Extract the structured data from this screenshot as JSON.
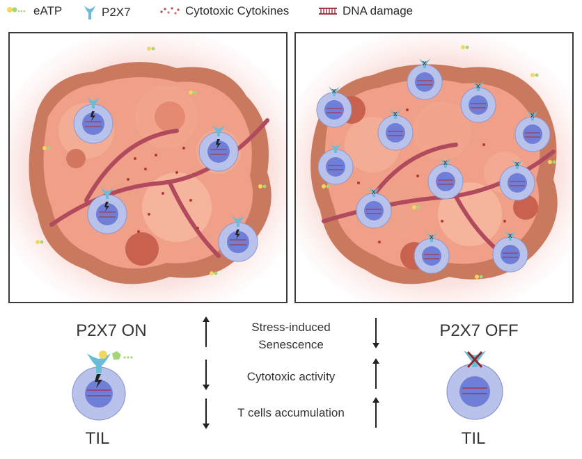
{
  "legend": {
    "eatp": "eATP",
    "p2x7": "P2X7",
    "cytokines": "Cytotoxic Cytokines",
    "dna": "DNA damage"
  },
  "left_state": {
    "title": "P2X7 ON",
    "cell_label": "TIL"
  },
  "right_state": {
    "title": "P2X7 OFF",
    "cell_label": "TIL"
  },
  "effects": [
    {
      "label": "Stress-induced\nSenescence",
      "on": "up",
      "off": "down"
    },
    {
      "label": "Cytotoxic activity",
      "on": "down",
      "off": "up"
    },
    {
      "label": "T cells accumulation",
      "on": "down",
      "off": "up"
    }
  ],
  "colors": {
    "tumor": "#f2a58c",
    "tumor_dark": "#c87a62",
    "vessel": "#b04a5c",
    "cell_outer": "#b8c2ea",
    "cell_inner": "#6f7fd8",
    "receptor": "#6bbcd8",
    "dna": "#a23a4a",
    "eatp_yellow": "#f0d860",
    "eatp_green": "#a6d47a",
    "cross": "#8b2a2a"
  }
}
